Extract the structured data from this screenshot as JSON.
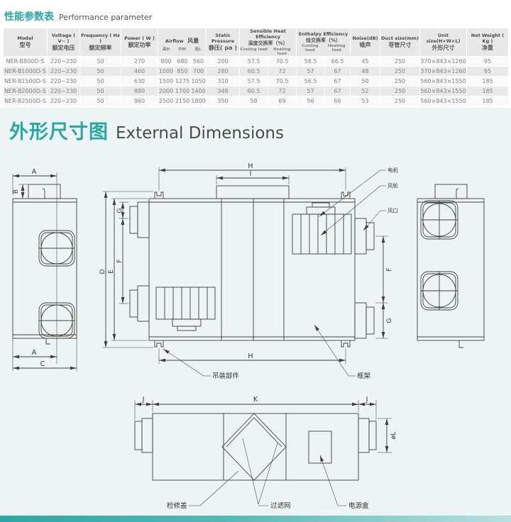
{
  "theme": {
    "accent": "#2aa7a3",
    "table_header_bg": "#e8e8e8",
    "row_alt_bg": "#e9e9e9",
    "diagram_bg": "#edf4f5",
    "line_color": "#3f3f3f"
  },
  "performance": {
    "title_zh": "性能参数表",
    "title_en": "Performance parameter",
    "header": {
      "model_en": "Model",
      "model_zh": "型号",
      "voltage_en": "Voltage ( V~ )",
      "voltage_zh": "额定电压",
      "frequency_en": "Frequency ( Hz )",
      "frequency_zh": "额定频率",
      "power_en": "Power ( W )",
      "power_zh": "额定功率",
      "airflow_en": "Airflow",
      "airflow_zh": "风量",
      "airflow_high": "高H",
      "airflow_mid": "中M",
      "airflow_low": "低L",
      "static_en": "Static Pressure",
      "static_zh": "静压( pa )",
      "sensible_en": "Sensible Heat Efficiency",
      "sensible_zh": "温度交换率（%）",
      "enthalpy_en": "Enthalpy Efficiency",
      "enthalpy_zh": "焓交换率（%）",
      "cooling_load": "Cooling load",
      "heating_load": "Heating load",
      "noise_en": "Noise(dB)",
      "noise_zh": "噪声",
      "duct_en": "Duct size(mm)",
      "duct_zh": "导管尺寸",
      "unit_en": "Unit size(H×W×L)",
      "unit_zh": "外形尺寸",
      "weight_en": "Net Weight ( Kg )",
      "weight_zh": "净重"
    },
    "rows": [
      {
        "model": "NER-B800D-S",
        "voltage": "220~230",
        "freq": "50",
        "power": "270",
        "af_h": "800",
        "af_m": "680",
        "af_l": "560",
        "sp": "200",
        "shc": "57.5",
        "shh": "70.5",
        "ehc": "56.5",
        "ehh": "66.5",
        "noise": "45",
        "duct": "250",
        "unit": "370×843×1260",
        "wt": "95"
      },
      {
        "model": "NER-B1000D-S",
        "voltage": "220~230",
        "freq": "50",
        "power": "460",
        "af_h": "1000",
        "af_m": "850",
        "af_l": "700",
        "sp": "280",
        "shc": "60.5",
        "shh": "72",
        "ehc": "57",
        "ehh": "67",
        "noise": "48",
        "duct": "250",
        "unit": "370×843×1260",
        "wt": "95"
      },
      {
        "model": "NER-B1500D-S",
        "voltage": "220~230",
        "freq": "50",
        "power": "630",
        "af_h": "1500",
        "af_m": "1275",
        "af_l": "1050",
        "sp": "310",
        "shc": "57.5",
        "shh": "70.5",
        "ehc": "56.5",
        "ehh": "67",
        "noise": "50",
        "duct": "250",
        "unit": "560×843×1550",
        "wt": "185"
      },
      {
        "model": "NER-B2000D-S",
        "voltage": "220~230",
        "freq": "50",
        "power": "880",
        "af_h": "2000",
        "af_m": "1700",
        "af_l": "1400",
        "sp": "348",
        "shc": "60.5",
        "shh": "72",
        "ehc": "57",
        "ehh": "67",
        "noise": "52",
        "duct": "250",
        "unit": "560×843×1550",
        "wt": "185"
      },
      {
        "model": "NER-B2500D-S",
        "voltage": "220~230",
        "freq": "50",
        "power": "960",
        "af_h": "2500",
        "af_m": "2150",
        "af_l": "1800",
        "sp": "350",
        "shc": "58",
        "shh": "69",
        "ehc": "56",
        "ehh": "66",
        "noise": "53",
        "duct": "250",
        "unit": "560×843×1550",
        "wt": "185"
      }
    ]
  },
  "dimensions": {
    "title_zh": "外形尺寸图",
    "title_en": "External Dimensions",
    "dim_labels": {
      "A": "A",
      "B": "B",
      "C": "C",
      "D": "D",
      "E": "E",
      "F": "F",
      "G": "G",
      "H": "H",
      "I": "I",
      "J": "J",
      "K": "K",
      "L": "øL"
    },
    "callouts": {
      "motor": "电机",
      "fan_wheel": "风轮",
      "air_vent": "风口",
      "hanging_part": "吊装部件",
      "frame": "框架",
      "access_cover": "检修盖",
      "filter_mesh": "过滤网",
      "power_box": "电源盒"
    }
  }
}
